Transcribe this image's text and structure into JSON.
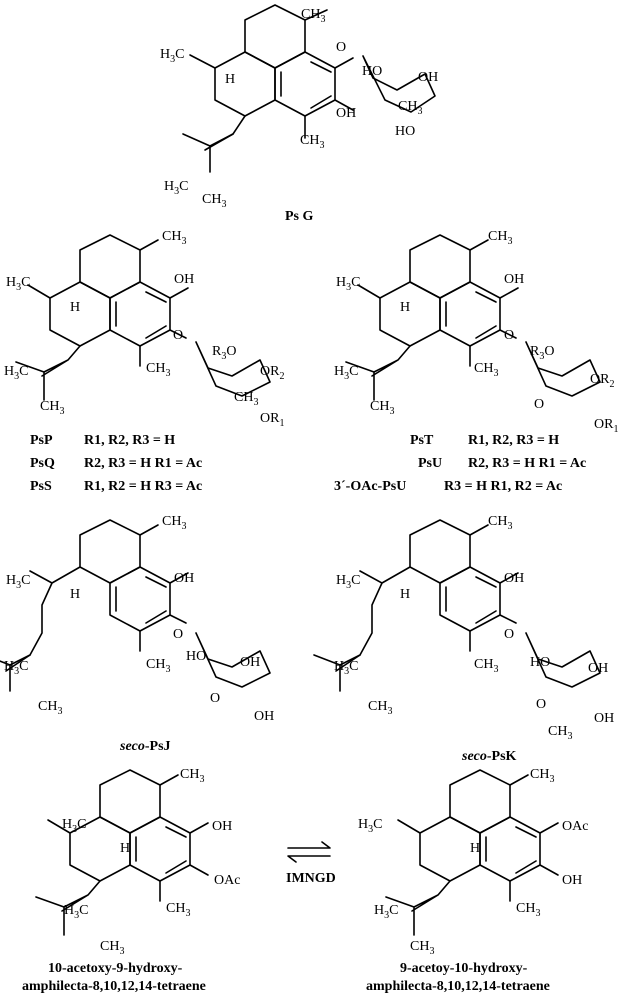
{
  "compounds": {
    "psg": {
      "name": "Ps G"
    },
    "psp_series": {
      "rows": [
        {
          "name": "PsP",
          "rgroups": "R1, R2, R3 = H"
        },
        {
          "name": "PsQ",
          "rgroups": "R2, R3 = H    R1 = Ac"
        },
        {
          "name": "PsS",
          "rgroups": "R1, R2 = H    R3 = Ac"
        }
      ]
    },
    "pst_series": {
      "rows": [
        {
          "name": "PsT",
          "rgroups": "R1, R2, R3 = H"
        },
        {
          "name": "PsU",
          "rgroups": "R2, R3 = H  R1 = Ac"
        },
        {
          "name": "3´-OAc-PsU",
          "rgroups": "R3 = H  R1, R2 = Ac"
        }
      ]
    },
    "seco_psj": {
      "prefix": "seco",
      "name": "-PsJ"
    },
    "seco_psk": {
      "prefix": "seco",
      "name": "-PsK"
    },
    "acetoxy_left": {
      "line1": "10-acetoxy-9-hydroxy-",
      "line2": "amphilecta-8,10,12,14-tetraene"
    },
    "acetoxy_right": {
      "line1": "9-acetoy-10-hydroxy-",
      "line2": "amphilecta-8,10,12,14-tetraene"
    },
    "reaction_label": "IMNGD"
  },
  "atom_labels": {
    "ch3": "CH3",
    "h3c": "H3C",
    "h": "H",
    "oh": "OH",
    "ho": "HO",
    "o": "O",
    "oac": "OAc",
    "or1": "OR1",
    "or2": "OR2",
    "r3o": "R3O"
  }
}
